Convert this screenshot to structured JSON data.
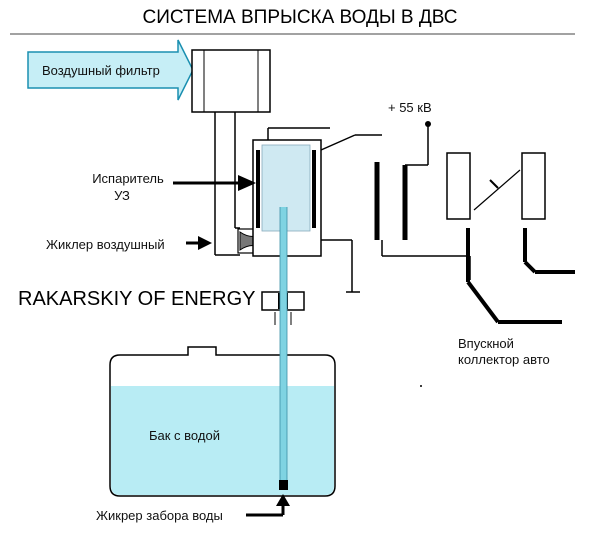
{
  "title": "СИСТЕМА ВПРЫСКА ВОДЫ В ДВС",
  "labels": {
    "air_filter": "Воздушный фильтр",
    "voltage": "+ 55 кВ",
    "evaporator_line1": "Испаритель",
    "evaporator_line2": "УЗ",
    "air_jet": "Жиклер воздушный",
    "brand": "RAKARSKIY OF ENERGY",
    "intake_line1": "Впускной",
    "intake_line2": "коллектор авто",
    "tank": "Бак с водой",
    "water_jet": "Жикрер забора воды"
  },
  "colors": {
    "water": "#b8ecf4",
    "water_tube": "#7fd3e2",
    "arrow_fill": "#c6eef6",
    "arrow_stroke": "#1a8fb0",
    "line": "#000000"
  }
}
